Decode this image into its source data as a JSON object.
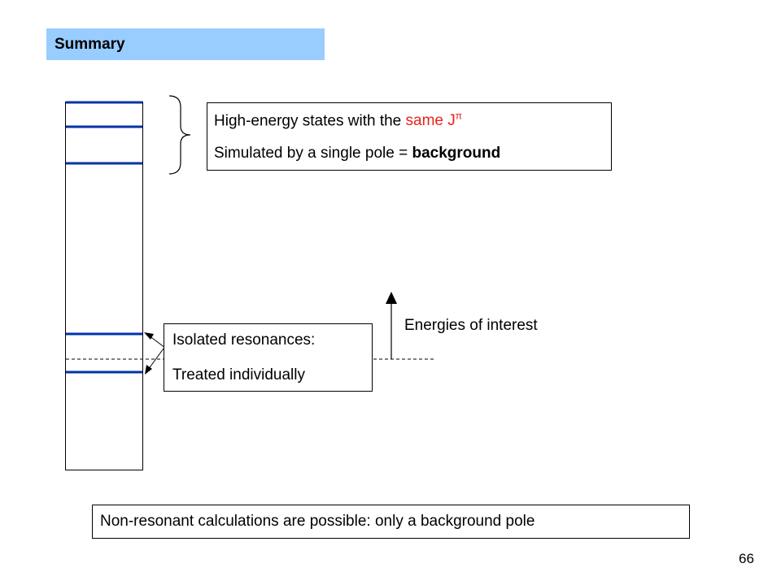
{
  "title": "Summary",
  "high_energy_box": {
    "line1_prefix": "High-energy states with the ",
    "line1_highlight": "same J",
    "line1_symbol": "π",
    "line2_prefix": "Simulated by a single pole = ",
    "line2_bold": "background"
  },
  "isolated_box": {
    "line1": "Isolated resonances:",
    "line2": "Treated individually"
  },
  "energies_label": "Energies of interest",
  "nonresonant_box": "Non-resonant calculations are possible: only a background pole",
  "page_number": "66",
  "colors": {
    "title_bg": "#99ccff",
    "level_line": "#0033aa",
    "highlight_red": "#e8231c"
  }
}
